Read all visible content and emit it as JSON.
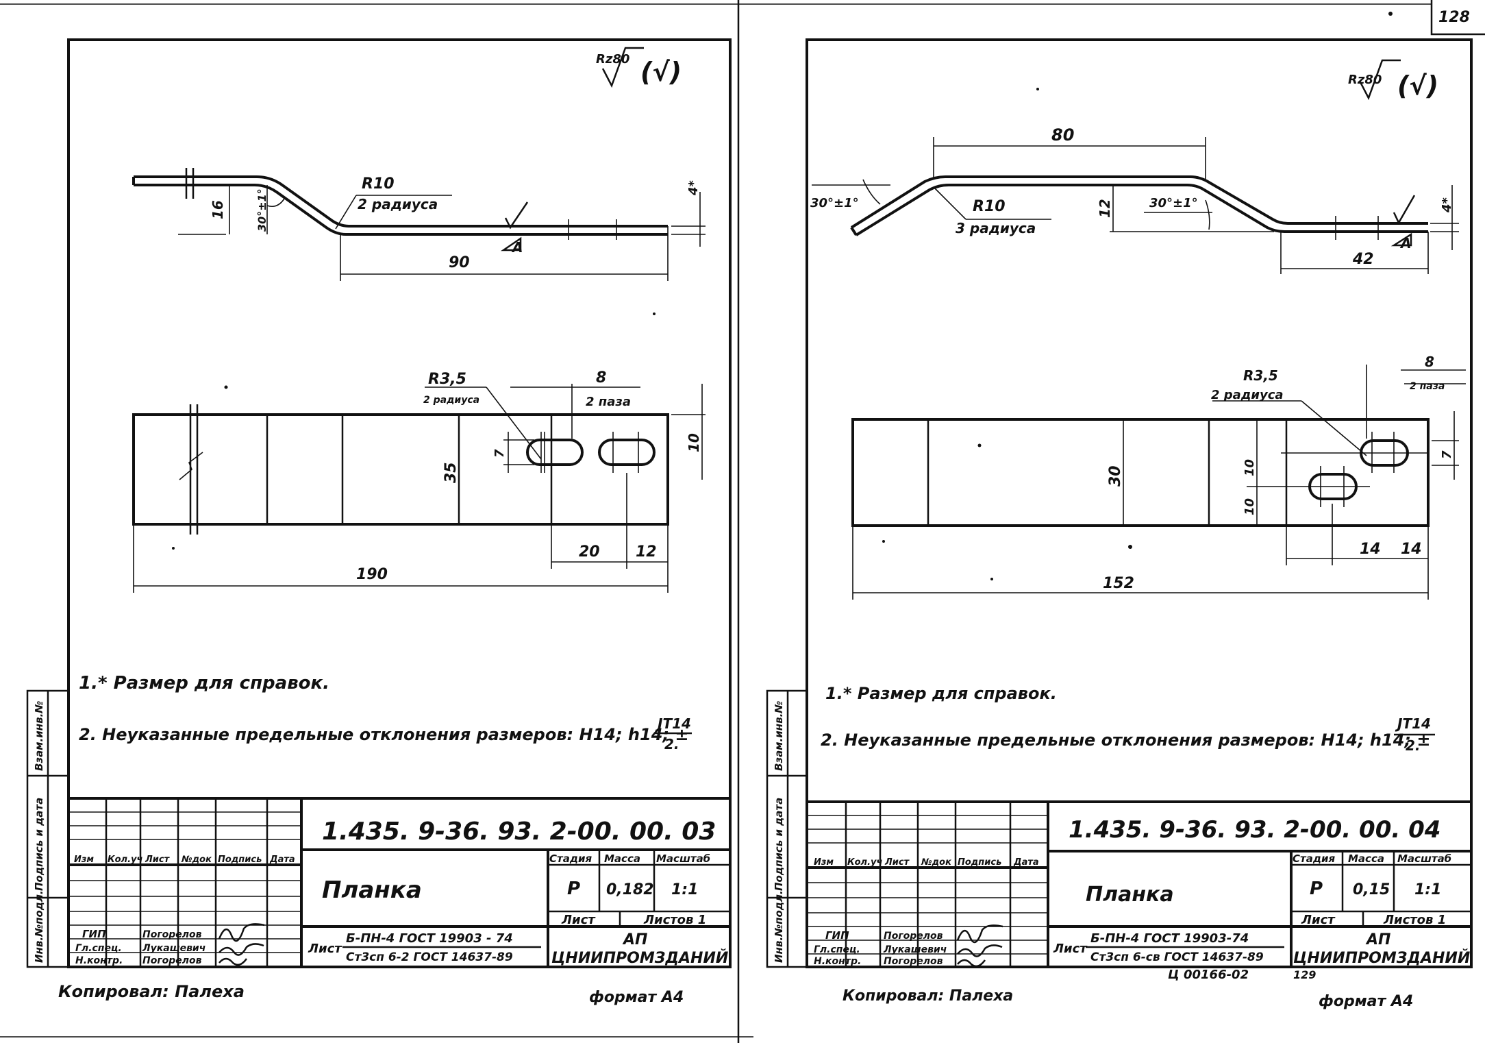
{
  "page_number": "128",
  "left": {
    "roughness": "Rz80",
    "roughness_paren": "(√)",
    "bend_radius": "R10",
    "bend_radius_note": "2 радиуса",
    "dim_height": "16",
    "dim_angle": "30°±1°",
    "dim_flat": "90",
    "dim_thickness": "4*",
    "section_mark": "A",
    "slot_radius": "R3,5",
    "slot_radius_note": "2 радиуса",
    "slot_len": "8",
    "slot_note": "2 паза",
    "dim_slot_w": "7",
    "dim_edge": "10",
    "dim_width": "35",
    "dim_20": "20",
    "dim_12": "12",
    "dim_length": "190",
    "note1": "1.* Размер   для справок.",
    "note2": "2. Неуказанные  предельные отклонения размеров: H14; h14; ±",
    "note2_frac_top": "JT14",
    "note2_frac_bottom": "2.",
    "doc_number": "1.435. 9-36. 93. 2-00. 00. 03",
    "title": "Планка",
    "col_stage": "Стадия",
    "col_mass": "Масса",
    "col_scale": "Масштаб",
    "stage": "Р",
    "mass": "0,182",
    "scale": "1:1",
    "sheet_label": "Лист",
    "sheets_label": "Листов 1",
    "org1": "АП",
    "org2": "ЦНИИПРОМЗДАНИЙ",
    "material_prefix": "Лист",
    "material_top": "Б-ПН-4 ГОСТ 19903 - 74",
    "material_bottom": "Ст3сп 6-2 ГОСТ 14637-89",
    "hdr_izm": "Изм",
    "hdr_koluch": "Кол.уч",
    "hdr_list": "Лист",
    "hdr_ndok": "№док",
    "hdr_podp": "Подпись",
    "hdr_data": "Дата",
    "role1": "ГИП",
    "role2": "Гл.спец.",
    "role3": "Н.контр.",
    "name1": "Погорелов",
    "name2": "Лукашевич",
    "name3": "Погорелов",
    "side1": "Инв.№подл.",
    "side2": "Подпись и дата",
    "side3": "Взам.инв.№",
    "copied": "Копировал: Палеха",
    "format": "формат А4"
  },
  "right": {
    "roughness": "Rz80",
    "roughness_paren": "(√)",
    "dim_top": "80",
    "dim_angle_left": "30°±1°",
    "bend_radius": "R10",
    "bend_radius_note": "3 радиуса",
    "dim_height": "12",
    "dim_angle_right": "30°±1°",
    "dim_thickness": "4*",
    "dim_flat": "42",
    "section_mark": "A",
    "slot_radius": "R3,5",
    "slot_radius_note": "2 радиуса",
    "slot_len": "8",
    "slot_note": "2 паза",
    "dim_slot_w": "7",
    "dim_10a": "10",
    "dim_10b": "10",
    "dim_width": "30",
    "dim_14a": "14",
    "dim_14b": "14",
    "dim_length": "152",
    "note1": "1.* Размер для справок.",
    "note2": "2. Неуказанные  предельные  отклонения размеров: H14; h14; ±",
    "note2_frac_top": "JT14",
    "note2_frac_bottom": "2.",
    "doc_number": "1.435. 9-36. 93. 2-00. 00. 04",
    "title": "Планка",
    "col_stage": "Стадия",
    "col_mass": "Масса",
    "col_scale": "Масштаб",
    "stage": "Р",
    "mass": "0,15",
    "scale": "1:1",
    "sheet_label": "Лист",
    "sheets_label": "Листов 1",
    "org1": "АП",
    "org2": "ЦНИИПРОМЗДАНИЙ",
    "material_prefix": "Лист",
    "material_top": "Б-ПН-4 ГОСТ 19903-74",
    "material_bottom": "Ст3сп 6-св ГОСТ 14637-89",
    "hdr_izm": "Изм",
    "hdr_koluch": "Кол.уч",
    "hdr_list": "Лист",
    "hdr_ndok": "№док",
    "hdr_podp": "Подпись",
    "hdr_data": "Дата",
    "role1": "ГИП",
    "role2": "Гл.спец.",
    "role3": "Н.контр.",
    "name1": "Погорелов",
    "name2": "Лукашевич",
    "name3": "Погорелов",
    "side1": "Инв.№подл.",
    "side2": "Подпись и дата",
    "side3": "Взам.инв.№",
    "copied": "Копировал: Палеха",
    "archive": "Ц 00166-02",
    "archive_num": "129",
    "format": "формат А4"
  }
}
